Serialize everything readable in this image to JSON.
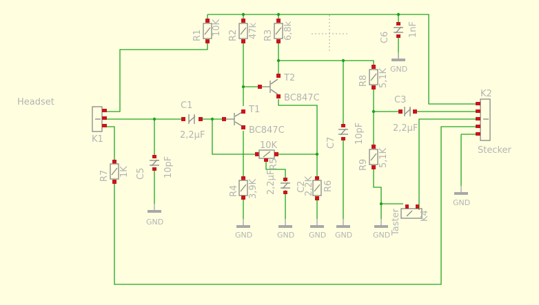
{
  "labels": {
    "headset": "Headset",
    "k1": "K1",
    "k2": "K2",
    "stecker": "Stecker",
    "c1": "C1",
    "c1_val": "2,2µF",
    "t1": "T1",
    "t1_val": "BC847C",
    "t2": "T2",
    "t2_val": "BC847C",
    "r1": "R1",
    "r1_val": "10K",
    "r2": "R2",
    "r2_val": "47k",
    "r3": "R3",
    "r3_val": "6,8k",
    "c6": "C6",
    "c6_val": "1nF",
    "r8": "R8",
    "r8_val": "5,1K",
    "c3": "C3",
    "c3_val": "2,2µF",
    "c7": "C7",
    "c7_val": "10pF",
    "r5_val": "10K",
    "r5": "R5",
    "c2": "C2",
    "c2_val": "2,2µF",
    "r6": "R6",
    "r6_val": "2,2K",
    "r4": "R4",
    "r4_val": "3,9K",
    "r9": "R9",
    "r9_val": "5,1K",
    "r7": "R7",
    "r7_val": "1K",
    "c5": "C5",
    "c5_val": "10pF",
    "k4": "K4",
    "taster": "Taster",
    "gnd": "GND"
  },
  "colors": {
    "background": "#ffffe0",
    "wire": "#1ea31e",
    "pin": "#c8151b",
    "symbol": "#8f8f8f",
    "label": "#b3b3b3"
  }
}
